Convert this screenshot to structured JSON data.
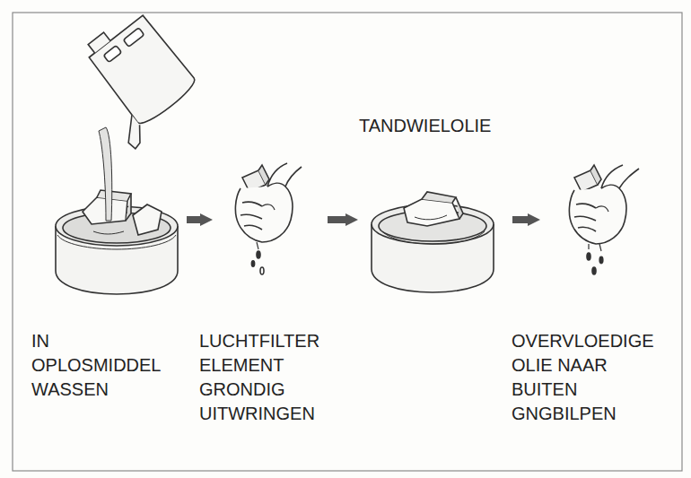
{
  "diagram": {
    "nodes": [
      {
        "text": [
          "IN OPLOSMIDDEL WASSEN"
        ]
      },
      {
        "text": [
          "LUCHTFILTER ELEMENT GRONDIG UITWRINGEN"
        ]
      },
      {
        "text": [
          "TANDWIELOLIE"
        ]
      },
      {
        "text": [
          "OVERVLOEDIGE OLIE NAAR BUITEN GNGBILPEN"
        ]
      }
    ],
    "edges": [
      {
        "from": 0,
        "to": 1,
        "arrow": "to"
      },
      {
        "from": 1,
        "to": 2,
        "arrow": "to"
      },
      {
        "from": 2,
        "to": 3,
        "arrow": "to"
      }
    ]
  }
}
